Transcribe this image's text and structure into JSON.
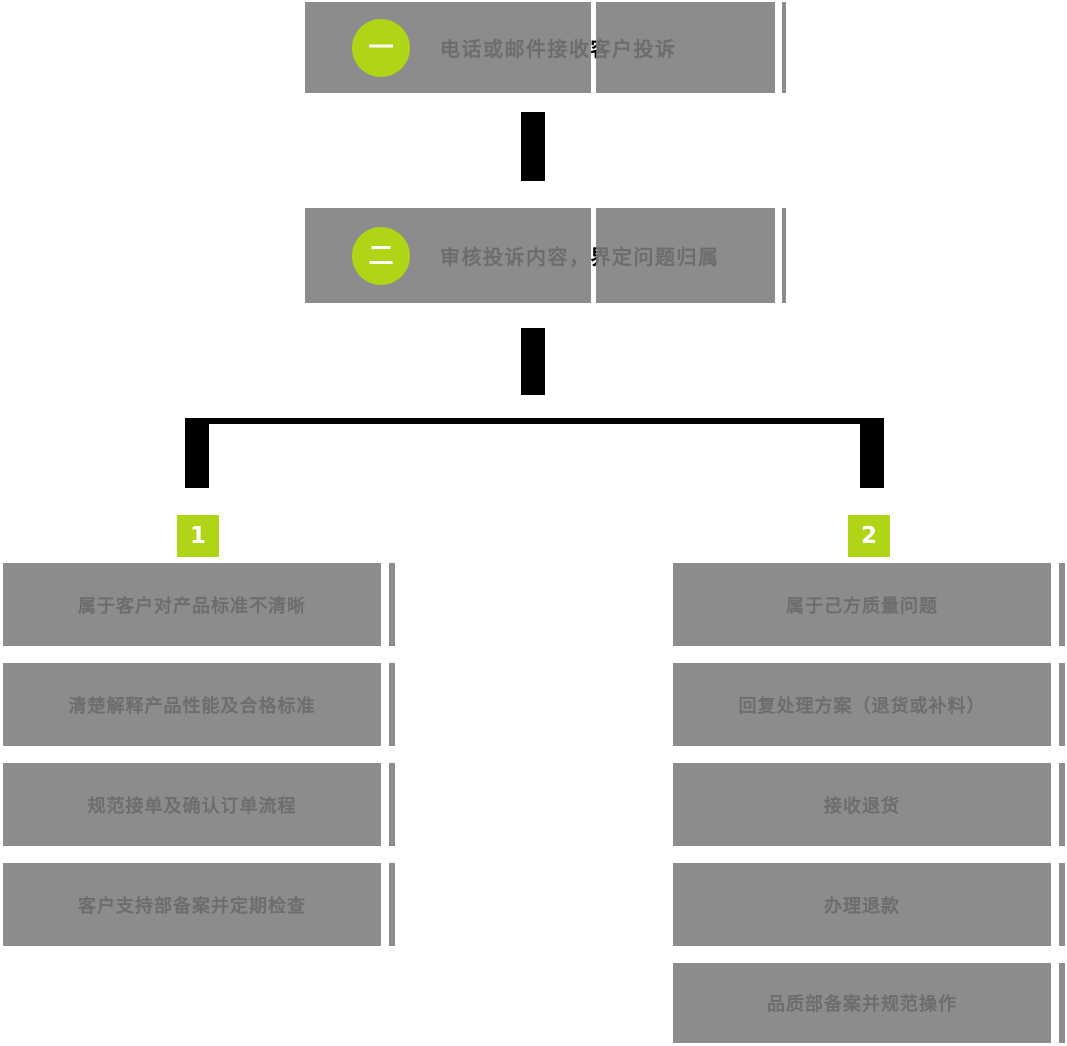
{
  "palette": {
    "node_gray": "#8c8c8c",
    "label_gray": "#6d6d6d",
    "accent_green": "#b0d516",
    "connector_black": "#000000",
    "background_white": "#ffffff"
  },
  "steps": [
    {
      "badge": "一",
      "label": "电话或邮件接收客户投诉"
    },
    {
      "badge": "二",
      "label": "审核投诉内容，界定问题归属"
    }
  ],
  "branches": [
    {
      "number": "1",
      "items": [
        "属于客户对产品标准不清晰",
        "清楚解释产品性能及合格标准",
        "规范接单及确认订单流程",
        "客户支持部备案并定期检查"
      ]
    },
    {
      "number": "2",
      "items": [
        "属于己方质量问题",
        "回复处理方案（退货或补料）",
        "接收退货",
        "办理退款",
        "品质部备案并规范操作"
      ]
    }
  ]
}
